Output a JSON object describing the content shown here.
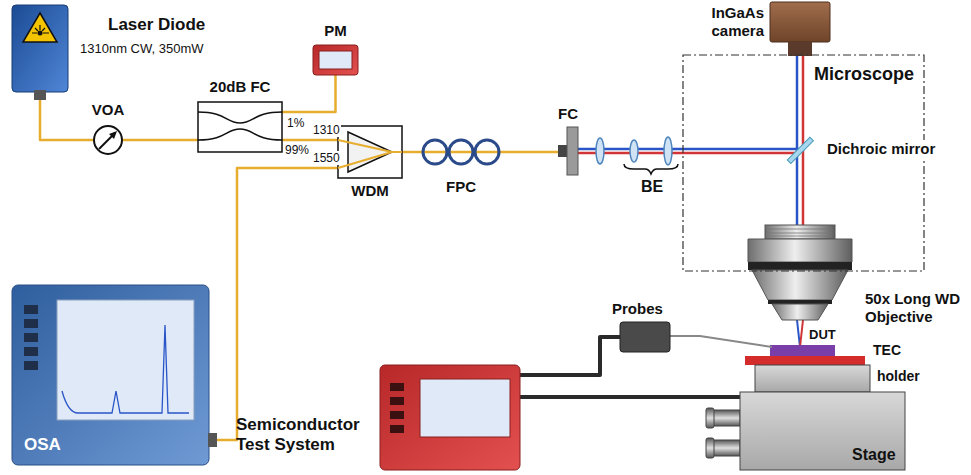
{
  "diagram": {
    "nodes": [
      {
        "text": [
          "Laser Diode",
          "1310nm CW, 350mW"
        ]
      },
      {
        "text": [
          "VOA"
        ]
      },
      {
        "text": [
          "PM"
        ]
      },
      {
        "text": [
          "20dB FC"
        ]
      },
      {
        "text": [
          "WDM"
        ]
      },
      {
        "text": [
          "FPC"
        ]
      },
      {
        "text": [
          "FC"
        ]
      },
      {
        "text": [
          "InGaAs camera"
        ]
      },
      {
        "text": [
          "Microscope"
        ]
      },
      {
        "text": [
          "OSA"
        ]
      },
      {
        "text": [
          "Probes"
        ]
      },
      {
        "text": [
          "Semiconductor Test System"
        ]
      },
      {
        "text": [
          "Stage"
        ]
      }
    ],
    "edges": [
      {
        "from": 0,
        "to": 1,
        "arrow": "none"
      },
      {
        "from": 1,
        "to": 3,
        "arrow": "none"
      },
      {
        "from": 3,
        "to": 2,
        "arrow": "none"
      },
      {
        "from": 3,
        "to": 4,
        "arrow": "none"
      },
      {
        "from": 4,
        "to": 5,
        "arrow": "none"
      },
      {
        "from": 5,
        "to": 6,
        "arrow": "none"
      },
      {
        "from": 9,
        "to": 4,
        "arrow": "none"
      },
      {
        "from": 11,
        "to": 10,
        "arrow": "none"
      },
      {
        "from": 11,
        "to": 12,
        "arrow": "none"
      }
    ],
    "labels": [
      "1%",
      "99%",
      "1310",
      "1550",
      "BE",
      "Dichroic mirror",
      "50x Long WD Objective",
      "DUT",
      "TEC",
      "holder"
    ]
  }
}
